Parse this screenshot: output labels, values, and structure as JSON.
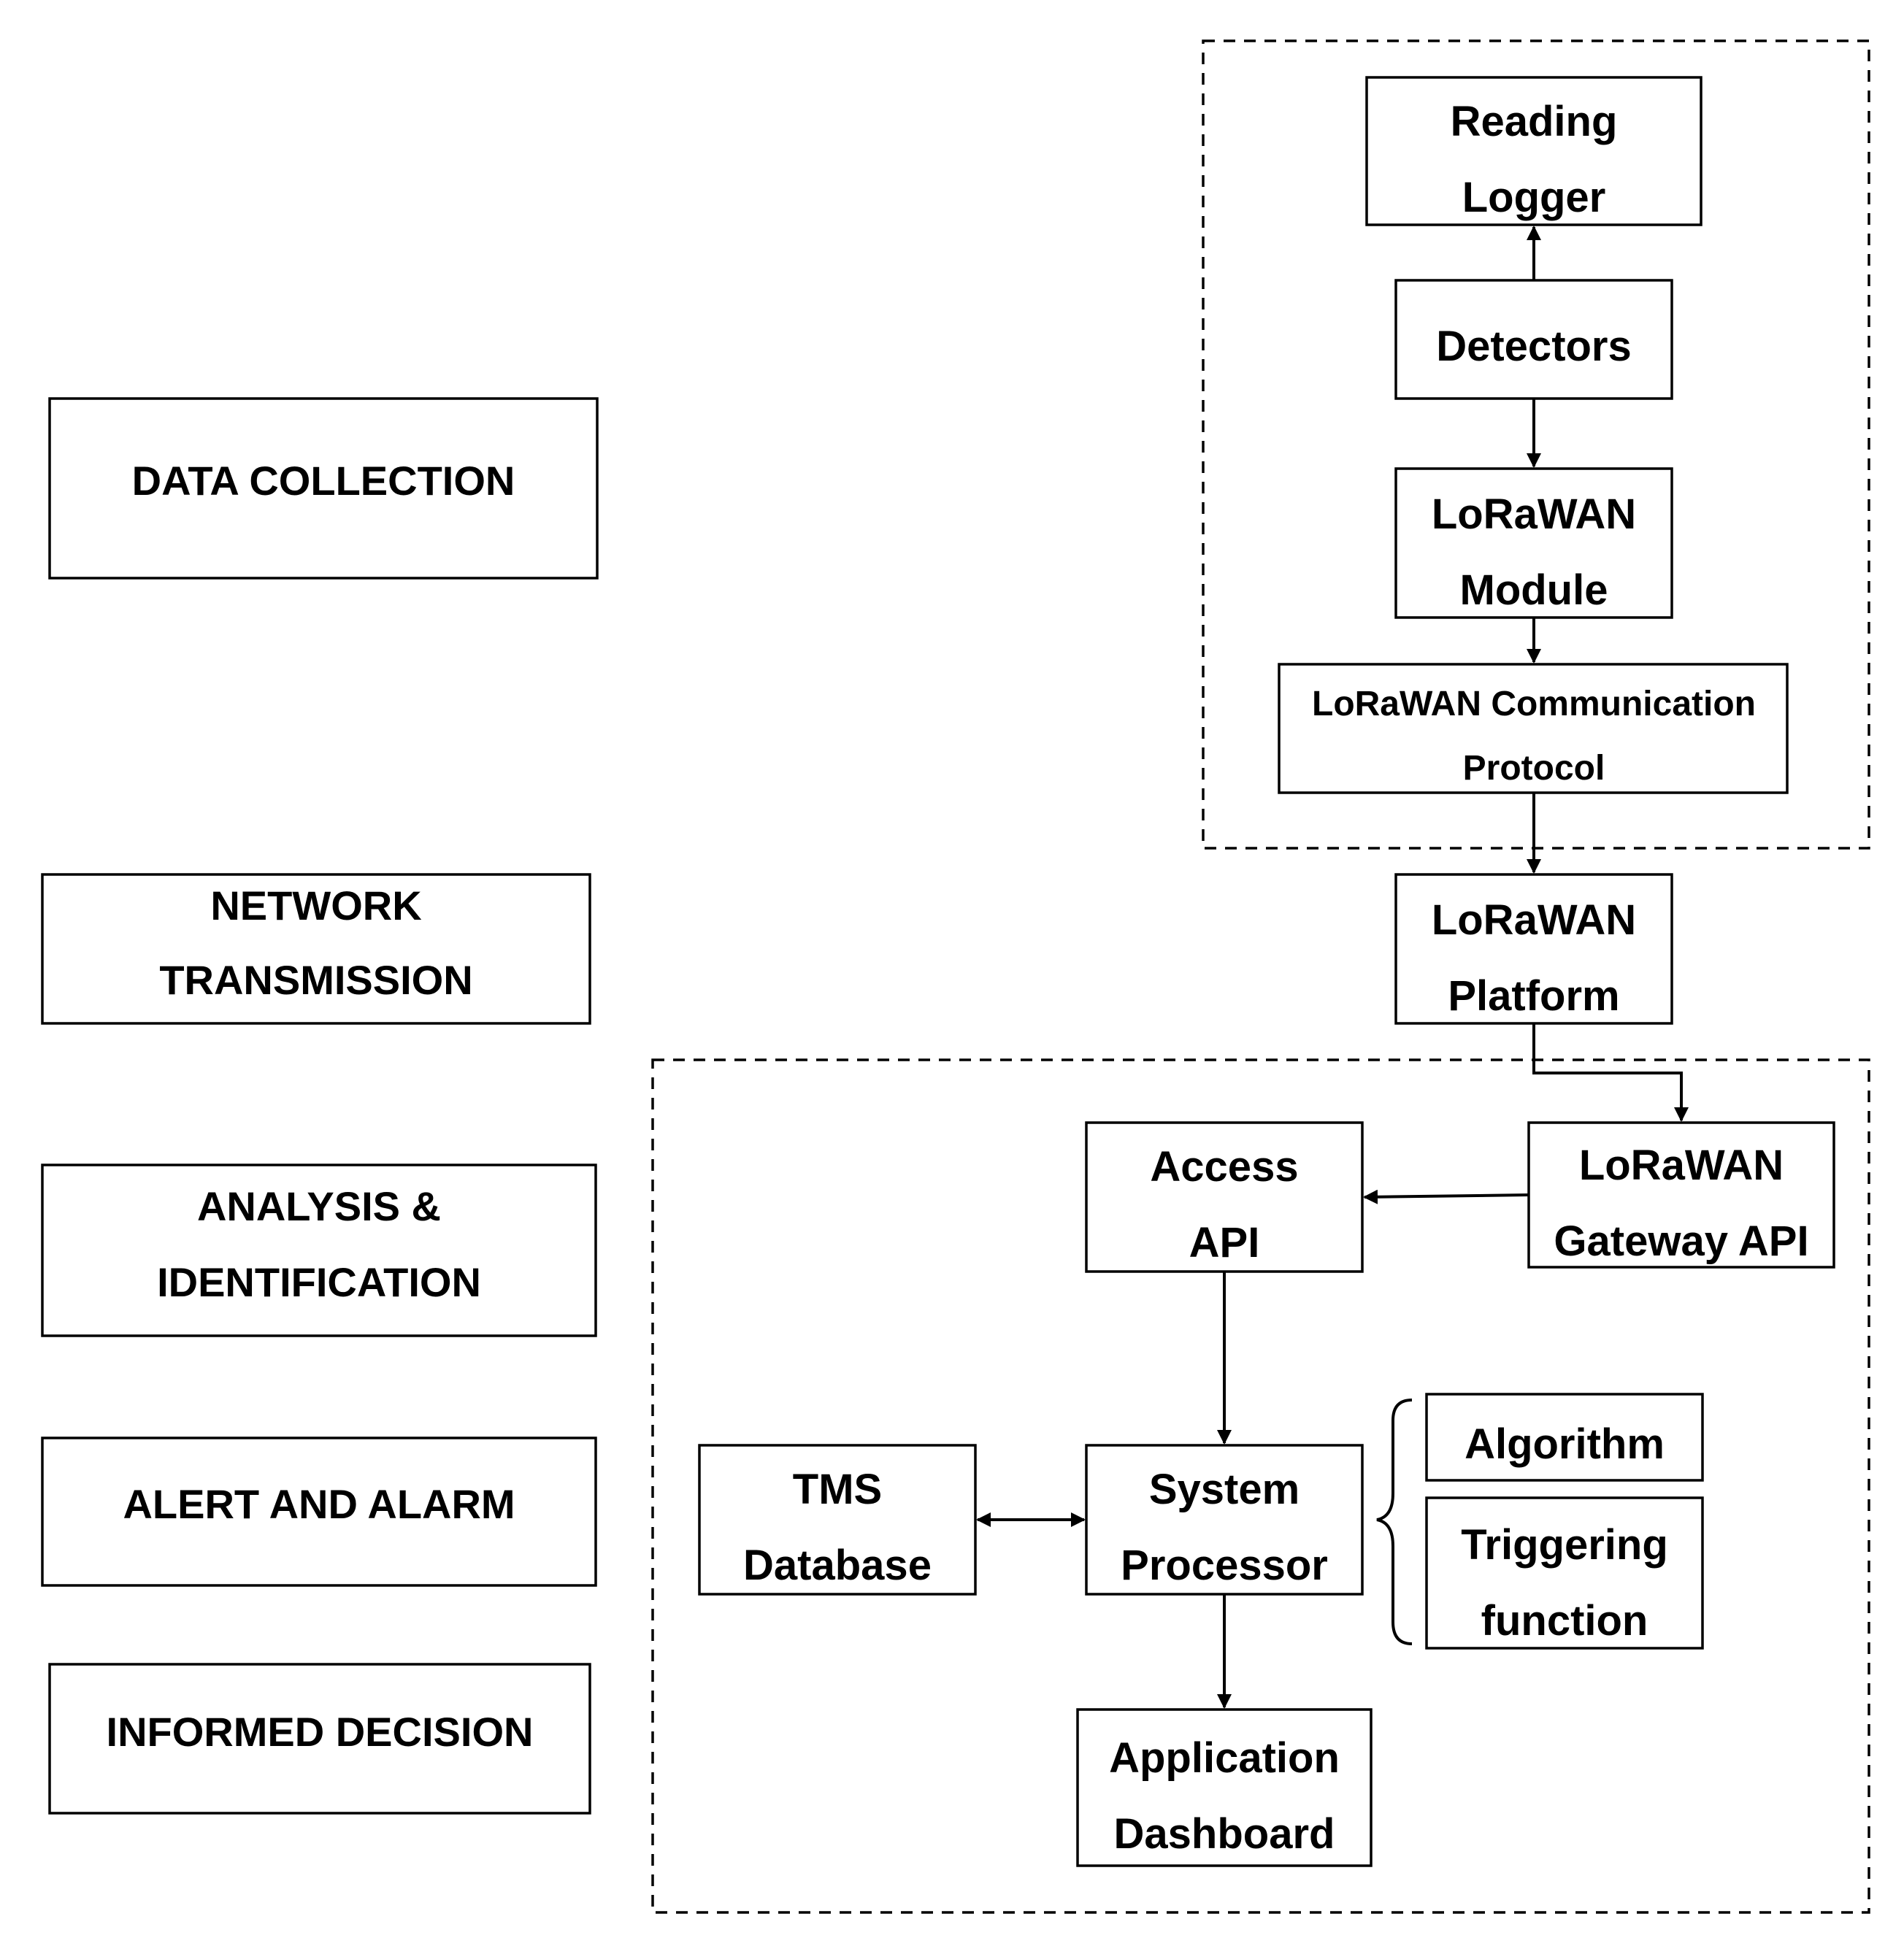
{
  "stages": {
    "data_collection": [
      "DATA  COLLECTION"
    ],
    "network_transmission": [
      "NETWORK",
      "TRANSMISSION"
    ],
    "analysis_identification": [
      "ANALYSIS  &",
      "IDENTIFICATION"
    ],
    "alert_alarm": [
      "ALERT AND ALARM"
    ],
    "informed_decision": [
      "INFORMED DECISION"
    ]
  },
  "nodes": {
    "reading_logger": [
      "Reading",
      "Logger"
    ],
    "detectors": [
      "Detectors"
    ],
    "lorawan_module": [
      "LoRaWAN",
      "Module"
    ],
    "lorawan_protocol": [
      "LoRaWAN Communication",
      "Protocol"
    ],
    "lorawan_platform": [
      "LoRaWAN",
      "Platform"
    ],
    "lorawan_gateway_api": [
      "LoRaWAN",
      "Gateway API"
    ],
    "access_api": [
      "Access",
      "API"
    ],
    "tms_database": [
      "TMS",
      "Database"
    ],
    "system_processor": [
      "System",
      "Processor"
    ],
    "algorithm": [
      "Algorithm"
    ],
    "triggering_function": [
      "Triggering",
      "function"
    ],
    "application_dashboard": [
      "Application",
      "Dashboard"
    ]
  }
}
